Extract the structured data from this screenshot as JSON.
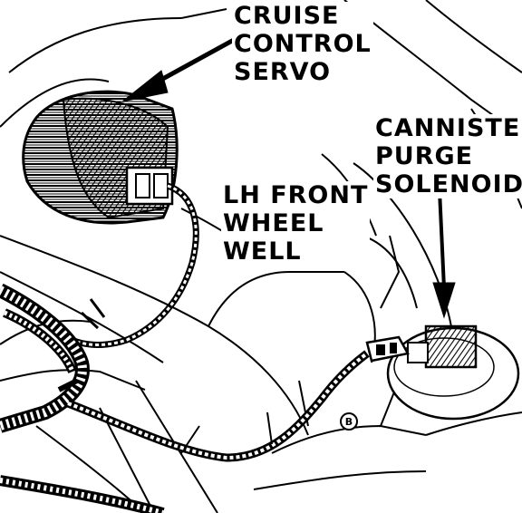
{
  "labels": {
    "servo": [
      "CRUISE",
      "CONTROL",
      "SERVO"
    ],
    "solenoid": [
      "CANNISTER",
      "PURGE",
      "SOLENOID"
    ],
    "wheel_well": [
      "LH FRONT",
      "WHEEL",
      "WELL"
    ]
  },
  "marker": "B",
  "colors": {
    "ink": "#000000",
    "paper": "#ffffff"
  }
}
